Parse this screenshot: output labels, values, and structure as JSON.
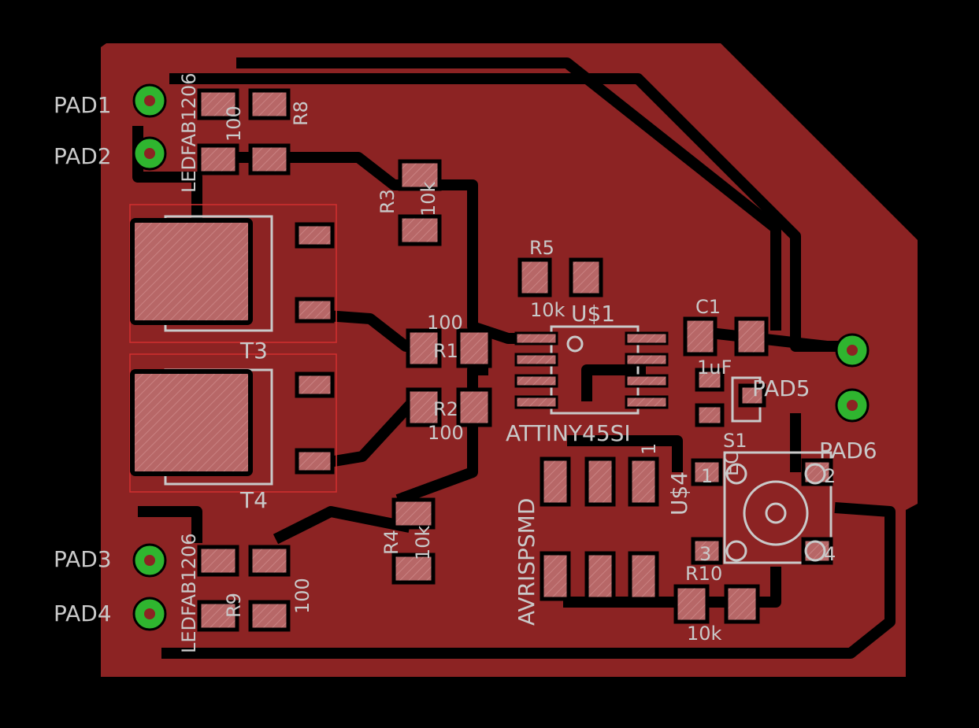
{
  "colors": {
    "background": "#000000",
    "copper": "#8c2323",
    "copper_dark": "#000000",
    "pad": "#b96a6a",
    "silk": "#c9c9c9",
    "via_green": "#2fb52f",
    "outline": "#d23030"
  },
  "labels": {
    "pad1": "PAD1",
    "pad2": "PAD2",
    "pad3": "PAD3",
    "pad4": "PAD4",
    "pad5": "PAD5",
    "pad6": "PAD6",
    "led_top": "LEDFAB1206",
    "led_bottom": "LEDFAB1206",
    "r8_name": "R8",
    "r8_value": "100",
    "r9_name": "R9",
    "r9_value": "100",
    "r3_name": "R3",
    "r3_value": "10k",
    "r4_name": "R4",
    "r4_value": "10k",
    "r5_name": "R5",
    "r5_value": "10k",
    "r1_name": "R1",
    "r1_value": "100",
    "r2_name": "R2",
    "r2_value": "100",
    "r10_name": "R10",
    "r10_value": "10k",
    "t3": "T3",
    "t4": "T4",
    "us1": "U$1",
    "attiny": "ATTINY45SI",
    "c1_name": "C1",
    "c1_value": "1uF",
    "s1": "S1",
    "avr": "AVRISPSMD",
    "us4": "U$4",
    "pin1": "1",
    "sw1": "1",
    "sw2": "2",
    "sw3": "3",
    "sw4": "4",
    "cap_ec": "EC"
  }
}
